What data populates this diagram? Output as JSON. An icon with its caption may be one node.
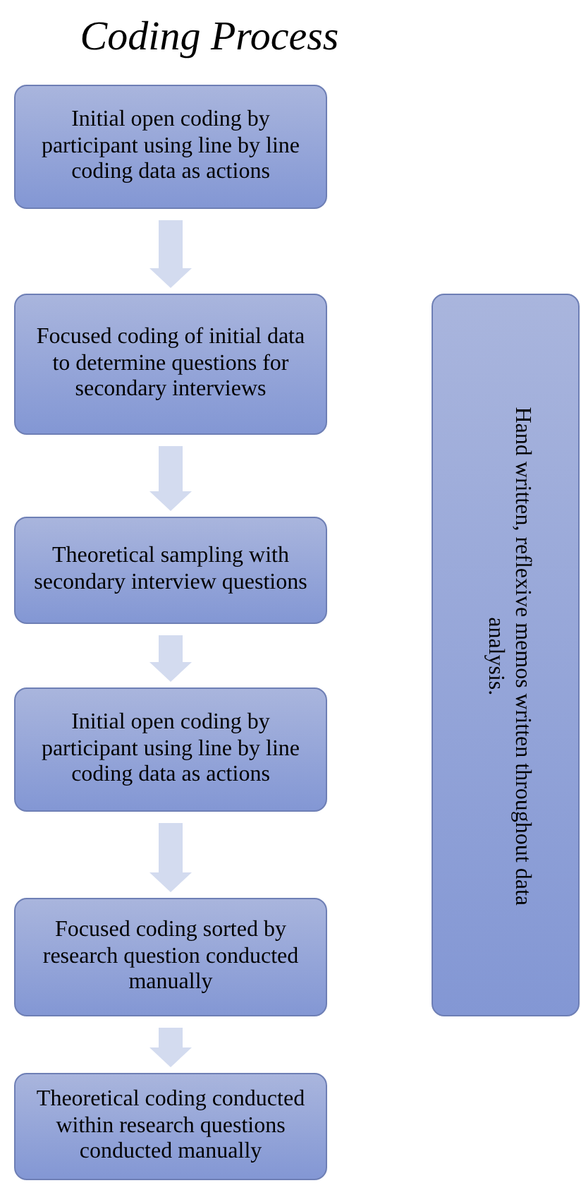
{
  "diagram": {
    "title": "Coding Process",
    "nodes": [
      {
        "text": [
          "Initial open coding by participant using line by line coding data as actions"
        ]
      },
      {
        "text": [
          "Focused coding of initial data to determine questions for secondary interviews"
        ]
      },
      {
        "text": [
          "Theoretical sampling with secondary interview questions"
        ]
      },
      {
        "text": [
          "Initial open coding by participant using line by line coding data as actions"
        ]
      },
      {
        "text": [
          "Focused coding sorted by research question conducted manually"
        ]
      },
      {
        "text": [
          "Theoretical coding conducted within research questions conducted manually"
        ]
      },
      {
        "text": [
          "Hand written, reflexive memos written throughout data analysis."
        ]
      }
    ],
    "edges": [
      {
        "from": 0,
        "to": 1,
        "arrow": "to"
      },
      {
        "from": 1,
        "to": 2,
        "arrow": "to"
      },
      {
        "from": 2,
        "to": 3,
        "arrow": "to"
      },
      {
        "from": 3,
        "to": 4,
        "arrow": "to"
      },
      {
        "from": 4,
        "to": 5,
        "arrow": "to"
      }
    ]
  }
}
